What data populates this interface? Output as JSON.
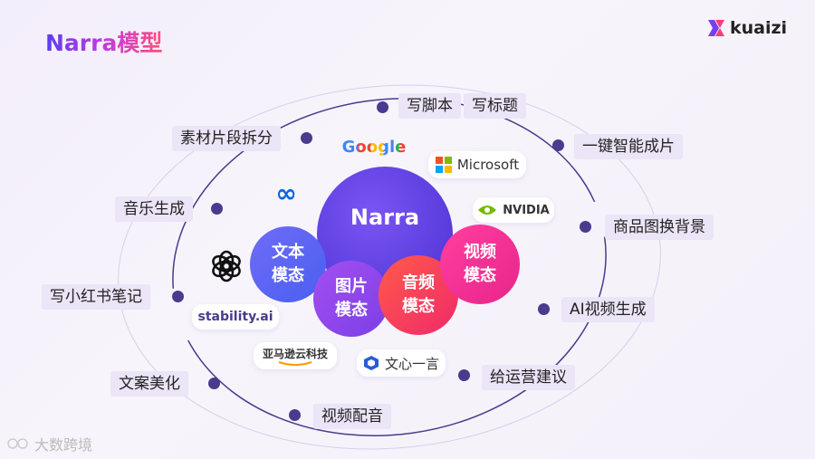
{
  "header": {
    "title": "Narra模型",
    "logo_text": "kuaizi"
  },
  "center": {
    "main": "Narra",
    "text_model": "文本\n模态",
    "image_model": "图片\n模态",
    "audio_model": "音频\n模态",
    "video_model": "视频\n模态"
  },
  "brands": {
    "google": "Google",
    "microsoft": "Microsoft",
    "meta": "∞",
    "nvidia": "NVIDIA",
    "stability": "stability.ai",
    "amazon": "亚马逊云科技",
    "wenxin": "文心一言"
  },
  "features": {
    "write_script": "写脚本",
    "write_title": "写标题",
    "material_split": "素材片段拆分",
    "one_click": "一键智能成片",
    "music_gen": "音乐生成",
    "product_bg": "商品图换背景",
    "xiaohongshu": "写小红书笔记",
    "ai_video": "AI视频生成",
    "copy_polish": "文案美化",
    "operation_advice": "给运营建议",
    "video_dub": "视频配音"
  },
  "watermark": "大数跨境",
  "colors": {
    "accent": "#5a3df0",
    "pill_bg": "#ece4f7",
    "dot": "#4b3a8e"
  }
}
